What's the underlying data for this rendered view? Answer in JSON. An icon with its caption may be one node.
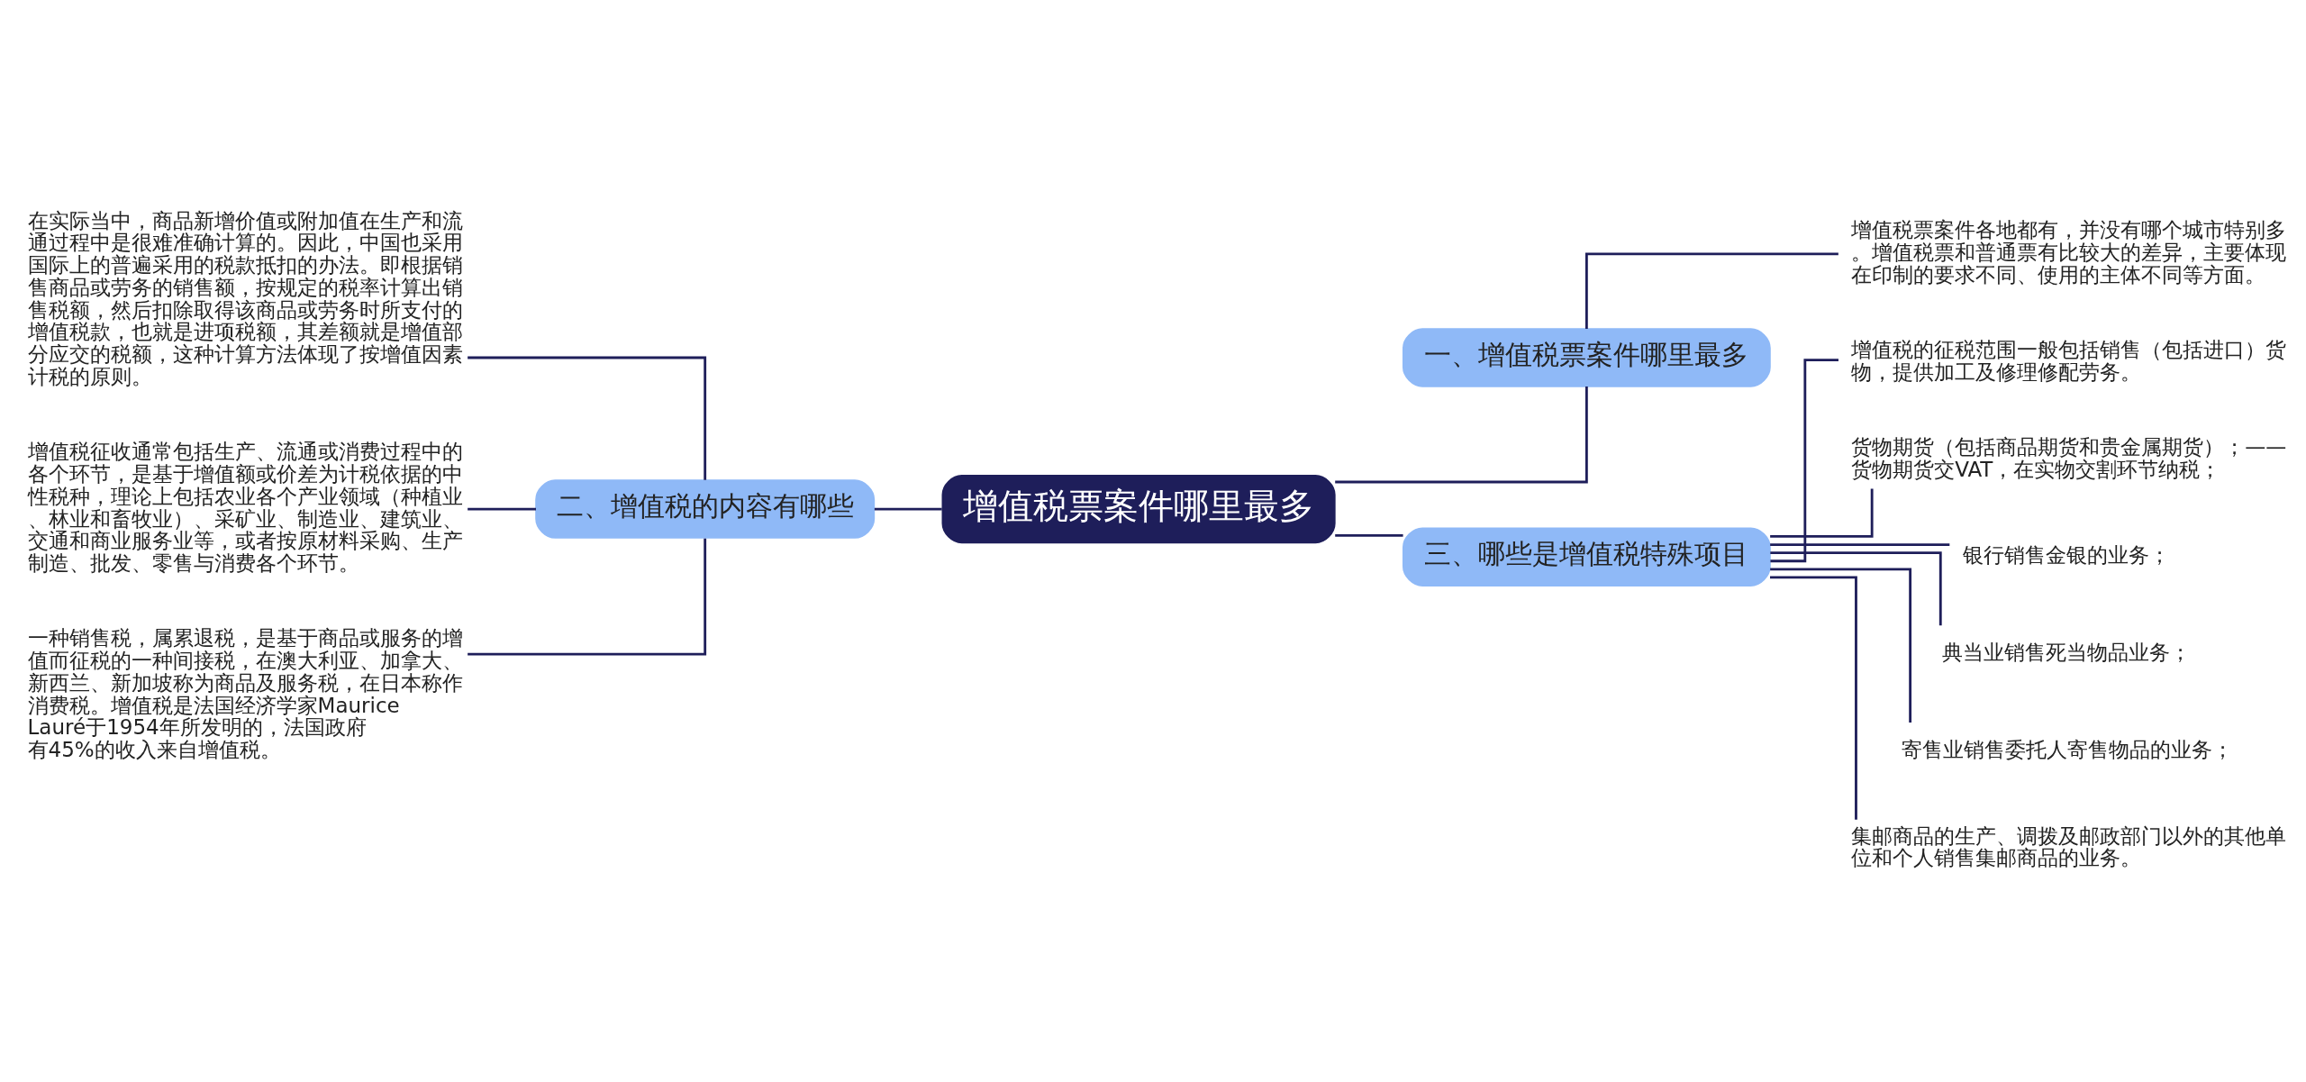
{
  "diagram": {
    "nodes": [
      {
        "text": [
          "增值税票案件哪里最多"
        ]
      },
      {
        "text": [
          "一、增值税票案件哪里最多"
        ]
      },
      {
        "text": [
          "增值税票案件各地都有，并没有哪个城市特别多。增值税票和普通票有比较大的差异，主要体现在印制的要求不同、使用的主体不同等方面。"
        ]
      },
      {
        "text": [
          "三、哪些是增值税特殊项目"
        ]
      },
      {
        "text": [
          "增值税的征税范围一般包括销售（包括进口）货物，提供加工及修理修配劳务。"
        ]
      },
      {
        "text": [
          "货物期货（包括商品期货和贵金属期货）；——货物期货交VAT，在实物交割环节纳税；"
        ]
      },
      {
        "text": [
          "银行销售金银的业务；"
        ]
      },
      {
        "text": [
          "典当业销售死当物品业务；"
        ]
      },
      {
        "text": [
          "寄售业销售委托人寄售物品的业务；"
        ]
      },
      {
        "text": [
          "集邮商品的生产、调拨及邮政部门以外的其他单位和个人销售集邮商品的业务。"
        ]
      },
      {
        "text": [
          "二、增值税的内容有哪些"
        ]
      },
      {
        "text": [
          "在实际当中，商品新增价值或附加值在生产和流通过程中是很难准确计算的。因此，中国也采用国际上的普遍采用的税款抵扣的办法。即根据销售商品或劳务的销售额，按规定的税率计算出销售税额，然后扣除取得该商品或劳务时所支付的增值税款，也就是进项税额，其差额就是增值部分应交的税额，这种计算方法体现了按增值因素计税的原则。"
        ]
      },
      {
        "text": [
          "增值税征收通常包括生产、流通或消费过程中的各个环节，是基于增值额或价差为计税依据的中性税种，理论上包括农业各个产业领域（种植业、林业和畜牧业）、采矿业、制造业、建筑业、交通和商业服务业等，或者按原材料采购、生产制造、批发、零售与消费各个环节。"
        ]
      },
      {
        "text": [
          "一种销售税，属累退税，是基于商品或服务的增值而征税的一种间接税，在澳大利亚、加拿大、新西兰、新加坡称为商品及服务税，在日本称作消费税。增值税是法国经济学家Maurice Lauré于1954年所发明的，法国政府有45%的收入来自增值税。"
        ]
      }
    ],
    "edges": [
      {
        "from": 0,
        "to": 1,
        "arrow": "none"
      },
      {
        "from": 1,
        "to": 2,
        "arrow": "none"
      },
      {
        "from": 0,
        "to": 3,
        "arrow": "none"
      },
      {
        "from": 3,
        "to": 4,
        "arrow": "none"
      },
      {
        "from": 3,
        "to": 5,
        "arrow": "none"
      },
      {
        "from": 3,
        "to": 6,
        "arrow": "none"
      },
      {
        "from": 3,
        "to": 7,
        "arrow": "none"
      },
      {
        "from": 3,
        "to": 8,
        "arrow": "none"
      },
      {
        "from": 3,
        "to": 9,
        "arrow": "none"
      },
      {
        "from": 0,
        "to": 10,
        "arrow": "none"
      },
      {
        "from": 10,
        "to": 11,
        "arrow": "none"
      },
      {
        "from": 10,
        "to": 12,
        "arrow": "none"
      },
      {
        "from": 10,
        "to": 13,
        "arrow": "none"
      }
    ]
  }
}
